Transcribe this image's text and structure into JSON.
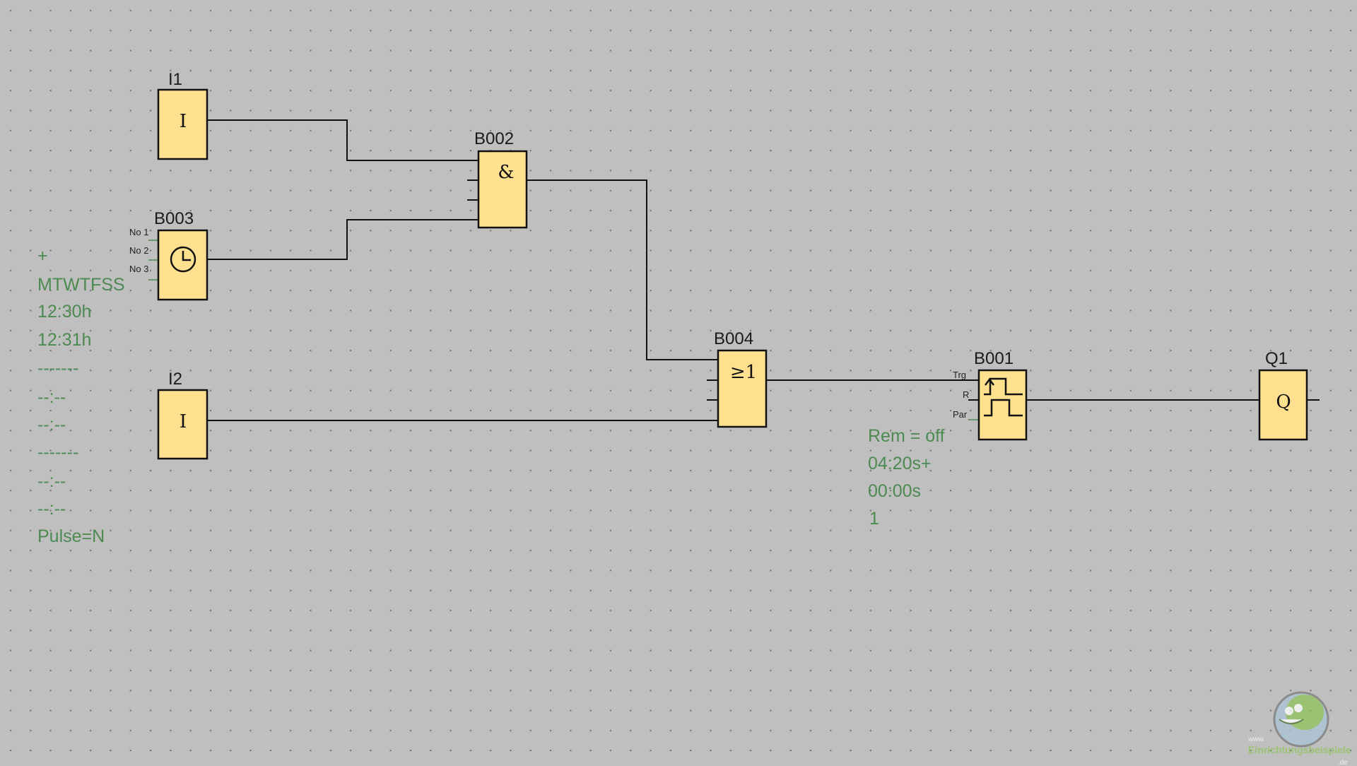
{
  "blocks": {
    "i1": {
      "label": "I1",
      "symbol": "I"
    },
    "b003": {
      "label": "B003",
      "pins": [
        "No 1",
        "No 2",
        "No 3"
      ]
    },
    "i2": {
      "label": "I2",
      "symbol": "I"
    },
    "b002": {
      "label": "B002",
      "symbol": "&"
    },
    "b004": {
      "label": "B004",
      "symbol": "≥1"
    },
    "b001": {
      "label": "B001",
      "pins": [
        "Trg",
        "R",
        "Par"
      ]
    },
    "q1": {
      "label": "Q1",
      "symbol": "Q"
    }
  },
  "b003_params": [
    "+",
    "MTWTFSS",
    "12:30h",
    "12:31h",
    "-------",
    "--:--",
    "--:--",
    "-------",
    "--:--",
    "--:--",
    "Pulse=N"
  ],
  "b001_params": [
    "Rem = off",
    "04:20s+",
    "00:00s",
    "1"
  ],
  "watermark": {
    "text": "www.Einrichtungsbeispiele.de"
  },
  "colors": {
    "background": "#bfbfbf",
    "block_fill": "#ffe08f",
    "param_text": "#4d8a52"
  }
}
